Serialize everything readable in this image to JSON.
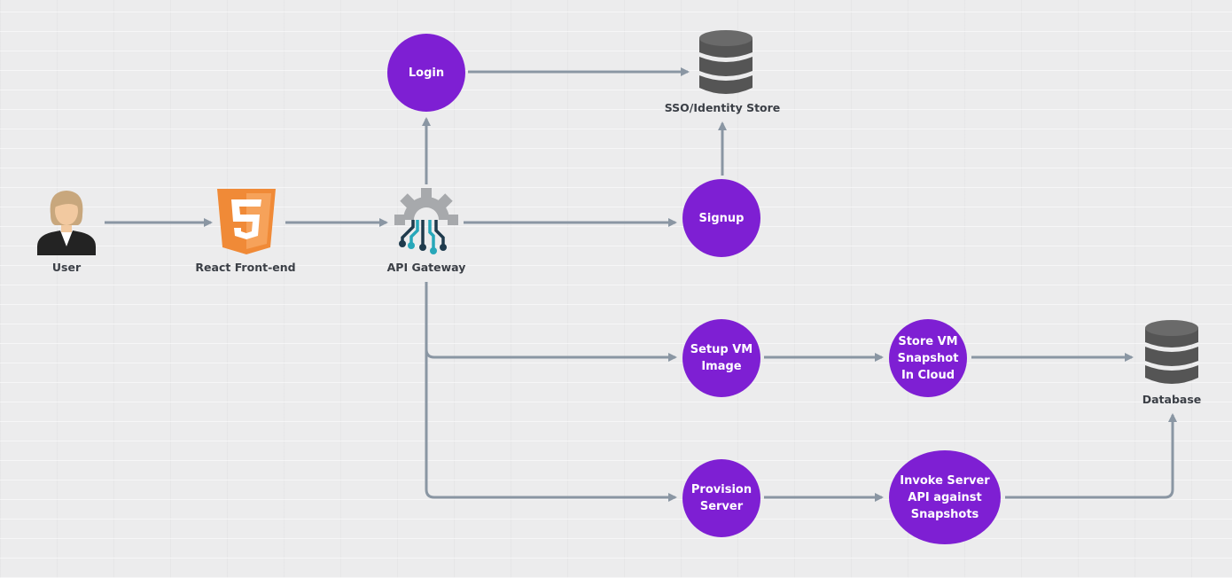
{
  "colors": {
    "background": "#ececed",
    "node_fill": "#7e1fd3",
    "node_text": "#ffffff",
    "arrow": "#8a96a3",
    "label_text": "#3b3f46",
    "database": "#555555",
    "html5_orange": "#f08a37",
    "gear_gray": "#a7a9ac",
    "circuit_navy": "#1f3b4d",
    "circuit_teal": "#27a7b9"
  },
  "icons": {
    "user": "user-avatar-icon",
    "frontend": "html5-shield-icon",
    "gateway": "gear-circuit-icon",
    "identity_store": "database-cylinder-icon",
    "database": "database-cylinder-icon"
  },
  "labels": {
    "user": "User",
    "frontend": "React Front-end",
    "gateway": "API Gateway",
    "identity_store": "SSO/Identity Store",
    "database": "Database"
  },
  "nodes": {
    "login": "Login",
    "signup": "Signup",
    "setup_vm": "Setup VM\nImage",
    "store_vm": "Store VM\nSnapshot\nIn Cloud",
    "provision": "Provision\nServer",
    "invoke": "Invoke Server\nAPI against\nSnapshots"
  }
}
